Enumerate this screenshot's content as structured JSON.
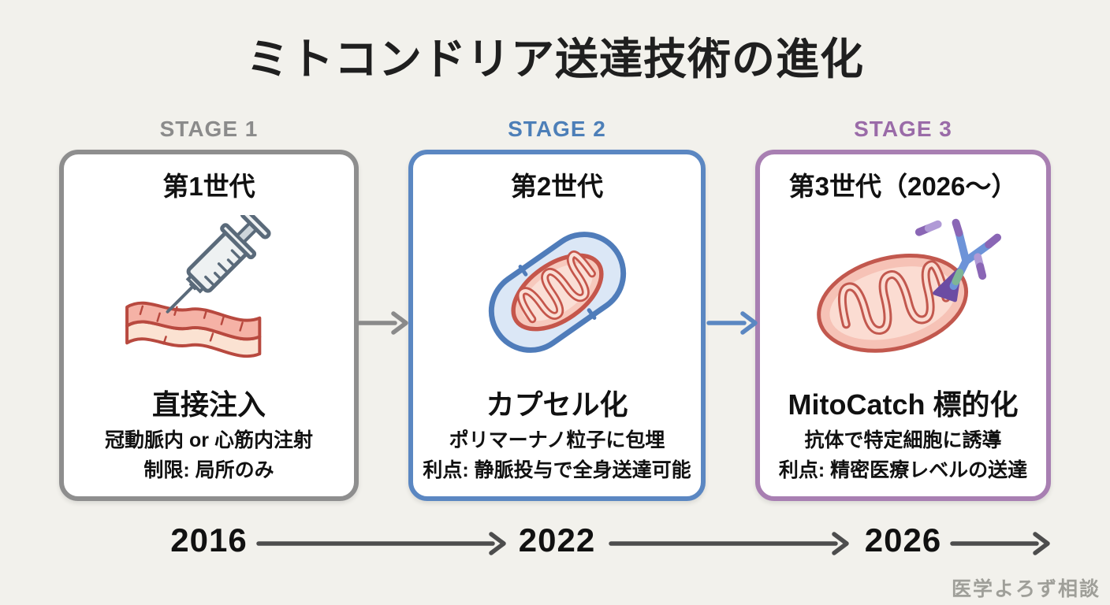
{
  "title": "ミトコンドリア送達技術の進化",
  "stages": [
    {
      "stage_label": "STAGE 1",
      "generation": "第1世代",
      "method": "直接注入",
      "details": [
        "冠動脈内 or 心筋内注射",
        "制限: 局所のみ"
      ],
      "icon": "syringe-injection-icon",
      "colors": {
        "label": "#8b8b8b",
        "border": "#8e8e8e"
      }
    },
    {
      "stage_label": "STAGE 2",
      "generation": "第2世代",
      "method": "カプセル化",
      "details": [
        "ポリマーナノ粒子に包埋",
        "利点: 静脈投与で全身送達可能"
      ],
      "icon": "encapsulated-mitochondrion-icon",
      "colors": {
        "label": "#4d7fb8",
        "border": "#5b87c2"
      }
    },
    {
      "stage_label": "STAGE 3",
      "generation": "第3世代（2026〜）",
      "method": "MitoCatch 標的化",
      "details": [
        "抗体で特定細胞に誘導",
        "利点: 精密医療レベルの送達"
      ],
      "icon": "antibody-targeted-mitochondrion-icon",
      "colors": {
        "label": "#9a6ba8",
        "border": "#a87fb2"
      }
    }
  ],
  "connectors": [
    {
      "color": "#8a8a8a"
    },
    {
      "color": "#5b87c2"
    }
  ],
  "timeline": {
    "years": [
      "2016",
      "2022",
      "2026"
    ],
    "arrow_color": "#4d4d4d"
  },
  "watermark": "医学よろず相談",
  "colors": {
    "background": "#f2f1ec",
    "card_background": "#ffffff",
    "title_text": "#1f1f1f",
    "body_text": "#111111"
  }
}
